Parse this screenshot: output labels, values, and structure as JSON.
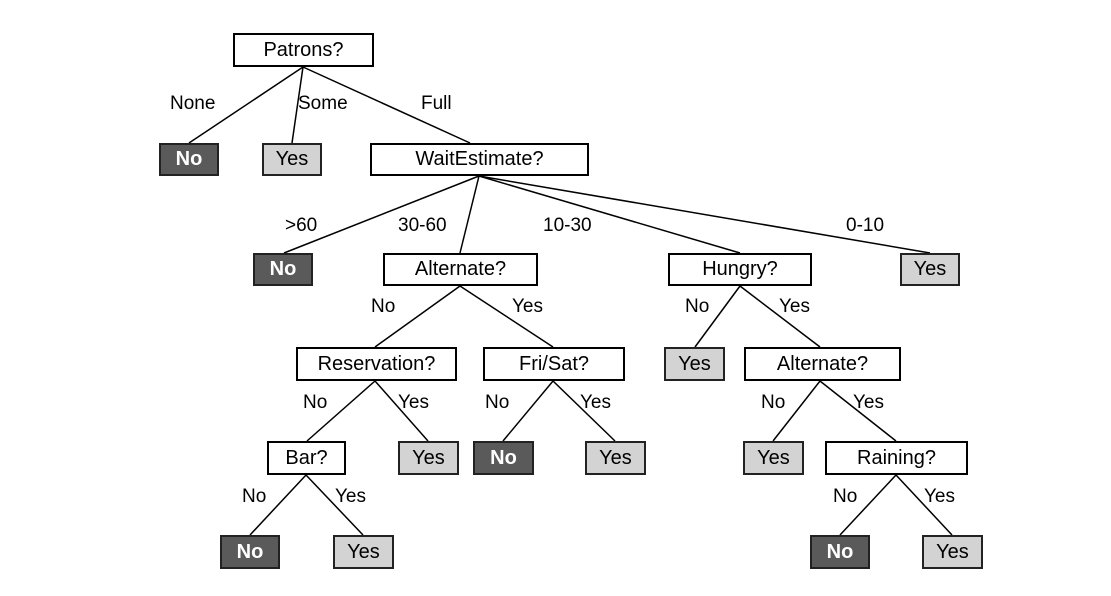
{
  "colors": {
    "yes_fill": "#d3d3d3",
    "no_fill": "#5a5a5a",
    "line": "#000000"
  },
  "nodes": {
    "patrons": {
      "label": "Patrons?",
      "kind": "question"
    },
    "leaf_patrons_none": {
      "label": "No",
      "kind": "no"
    },
    "leaf_patrons_some": {
      "label": "Yes",
      "kind": "yes"
    },
    "wait_estimate": {
      "label": "WaitEstimate?",
      "kind": "question"
    },
    "leaf_wait_60": {
      "label": "No",
      "kind": "no"
    },
    "alternate_1": {
      "label": "Alternate?",
      "kind": "question"
    },
    "hungry": {
      "label": "Hungry?",
      "kind": "question"
    },
    "leaf_wait_0_10": {
      "label": "Yes",
      "kind": "yes"
    },
    "reservation": {
      "label": "Reservation?",
      "kind": "question"
    },
    "fri_sat": {
      "label": "Fri/Sat?",
      "kind": "question"
    },
    "leaf_hungry_no": {
      "label": "Yes",
      "kind": "yes"
    },
    "alternate_2": {
      "label": "Alternate?",
      "kind": "question"
    },
    "bar": {
      "label": "Bar?",
      "kind": "question"
    },
    "leaf_reservation_yes": {
      "label": "Yes",
      "kind": "yes"
    },
    "leaf_frisat_no": {
      "label": "No",
      "kind": "no"
    },
    "leaf_frisat_yes": {
      "label": "Yes",
      "kind": "yes"
    },
    "leaf_alt2_no": {
      "label": "Yes",
      "kind": "yes"
    },
    "raining": {
      "label": "Raining?",
      "kind": "question"
    },
    "leaf_bar_no": {
      "label": "No",
      "kind": "no"
    },
    "leaf_bar_yes": {
      "label": "Yes",
      "kind": "yes"
    },
    "leaf_raining_no": {
      "label": "No",
      "kind": "no"
    },
    "leaf_raining_yes": {
      "label": "Yes",
      "kind": "yes"
    }
  },
  "edges": {
    "patrons_none": {
      "label": "None"
    },
    "patrons_some": {
      "label": "Some"
    },
    "patrons_full": {
      "label": "Full"
    },
    "wait_60": {
      "label": ">60"
    },
    "wait_30_60": {
      "label": "30-60"
    },
    "wait_10_30": {
      "label": "10-30"
    },
    "wait_0_10": {
      "label": "0-10"
    },
    "alt1_no": {
      "label": "No"
    },
    "alt1_yes": {
      "label": "Yes"
    },
    "hungry_no": {
      "label": "No"
    },
    "hungry_yes": {
      "label": "Yes"
    },
    "res_no": {
      "label": "No"
    },
    "res_yes": {
      "label": "Yes"
    },
    "frisat_no": {
      "label": "No"
    },
    "frisat_yes": {
      "label": "Yes"
    },
    "alt2_no": {
      "label": "No"
    },
    "alt2_yes": {
      "label": "Yes"
    },
    "bar_no": {
      "label": "No"
    },
    "bar_yes": {
      "label": "Yes"
    },
    "raining_no": {
      "label": "No"
    },
    "raining_yes": {
      "label": "Yes"
    }
  }
}
